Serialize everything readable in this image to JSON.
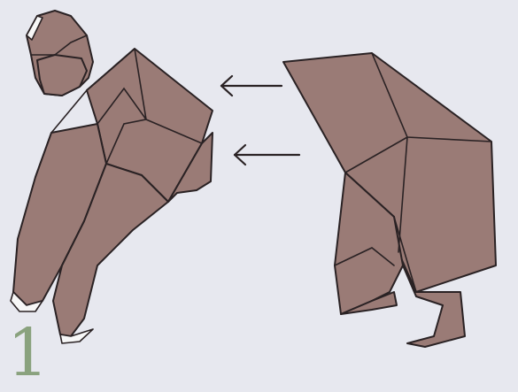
{
  "diagram": {
    "step_number": "1",
    "colors": {
      "background": "#e7e8ef",
      "paper": "#9a7b76",
      "outline": "#2a2224",
      "paper_white_side": "#f7f7f7",
      "step_number": "#8aa27e"
    },
    "figures": [
      {
        "name": "folded-gorilla-model"
      },
      {
        "name": "gorilla-back-piece"
      }
    ],
    "arrows": [
      {
        "name": "upper-arrow",
        "direction": "left"
      },
      {
        "name": "lower-arrow",
        "direction": "left"
      }
    ]
  }
}
